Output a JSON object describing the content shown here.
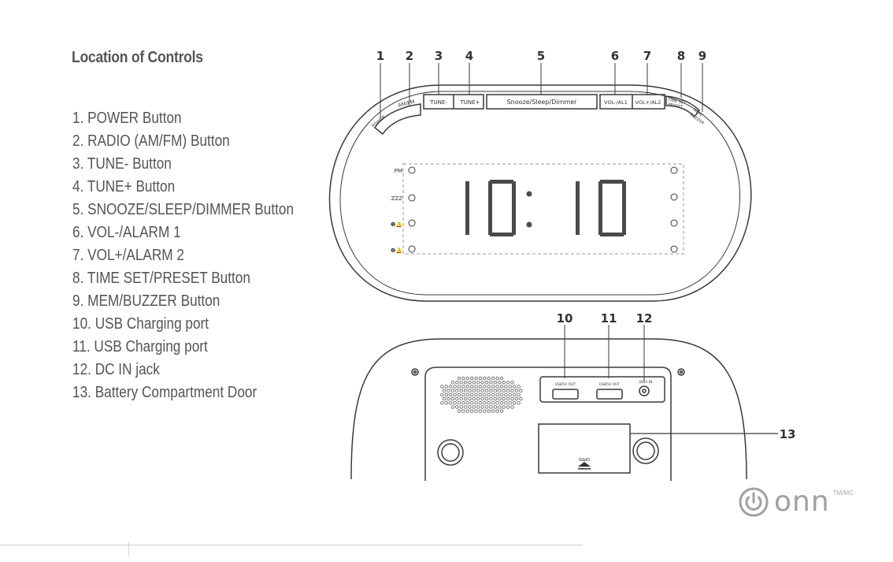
{
  "heading": "Location of Controls",
  "controls": [
    "1. POWER Button",
    "2. RADIO (AM/FM) Button",
    "3. TUNE- Button",
    "4. TUNE+ Button",
    "5. SNOOZE/SLEEP/DIMMER Button",
    "6. VOL-/ALARM 1",
    "7. VOL+/ALARM 2",
    "8. TIME SET/PRESET Button",
    "9. MEM/BUZZER Button",
    "10. USB Charging port",
    "11. USB Charging port",
    "12. DC IN jack",
    "13. Battery Compartment Door"
  ],
  "callouts_top": [
    "1",
    "2",
    "3",
    "4",
    "5",
    "6",
    "7",
    "8",
    "9"
  ],
  "callouts_bottom": [
    "10",
    "11",
    "12"
  ],
  "callout_side": "13",
  "top_buttons": {
    "power": "POWER",
    "amfm": "AM/FM",
    "tune_minus": "TUNE-",
    "tune_plus": "TUNE+",
    "snooze": "Snooze/Sleep/Dimmer",
    "vol_al1": "VOL-/AL1",
    "vol_al2": "VOL+/AL2",
    "time_set": "TIME SET",
    "preset": "PRESET",
    "mem": "MEM/",
    "buzzer": "BUZZER"
  },
  "indicators": {
    "pm": "PM",
    "zzz": "ZZZ",
    "al1": "❶🔔",
    "al2": "❷🔔"
  },
  "display_time": {
    "h1": "1",
    "h2": "0",
    "m1": "1",
    "m2": "0"
  },
  "back_labels": {
    "usb1": "USB5V OUT",
    "usb2": "USB5V OUT",
    "dc": "DC 5 IN",
    "open": "OPEN"
  },
  "brand": {
    "word": "onn",
    "tm": "TM/MC",
    "icon": "power-icon"
  },
  "colors": {
    "line": "#3a3a3a",
    "led": "#4a4a4a",
    "text": "#555555",
    "brand": "#a0a0a0"
  }
}
